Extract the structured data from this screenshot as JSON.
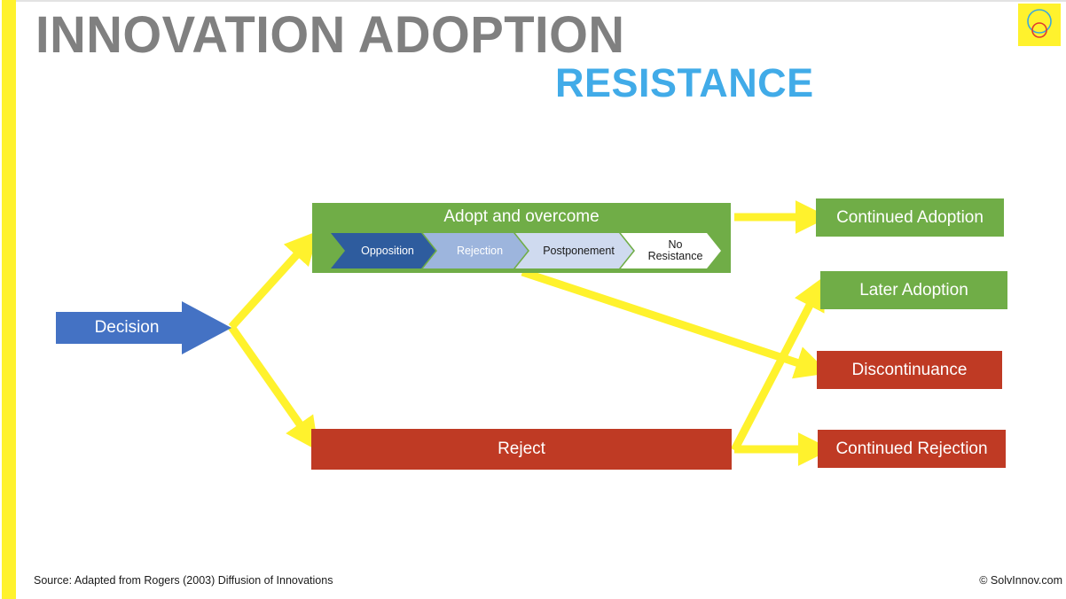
{
  "slide": {
    "title_main": "INNOVATION ADOPTION",
    "title_sub": "RESISTANCE",
    "accent_yellow": "#FFF22D",
    "accent_green": "#70AD47",
    "accent_red": "#BF3A24",
    "accent_blue": "#4472C4",
    "title_grey": "#808080",
    "title_blue": "#41ABE8"
  },
  "logo": {
    "name": "solvinnov-logo",
    "background": "#FFF22D",
    "outer_circle_color": "#3BA7DC",
    "inner_circle_color": "#E03A2F"
  },
  "flow": {
    "decision": {
      "label": "Decision",
      "color": "#4472C4"
    },
    "adopt_band": {
      "label": "Adopt and overcome",
      "color": "#70AD47"
    },
    "reject_band": {
      "label": "Reject",
      "color": "#BF3A24"
    },
    "resistance_stages": [
      {
        "label": "Opposition",
        "fill": "#2E5C9E",
        "text": "#ffffff",
        "stroke": "#2E5C9E"
      },
      {
        "label": "Rejection",
        "fill": "#9DB5DD",
        "text": "#ffffff",
        "stroke": "#6E8FC4"
      },
      {
        "label": "Postponement",
        "fill": "#CFDAEF",
        "text": "#1a1a1a",
        "stroke": "#6E8FC4"
      },
      {
        "label": "No\nResistance",
        "fill": "#FFFFFF",
        "text": "#1a1a1a",
        "stroke": "#6E8FC4"
      }
    ],
    "outcomes": [
      {
        "label": "Continued Adoption",
        "color": "#70AD47"
      },
      {
        "label": "Later Adoption",
        "color": "#70AD47"
      },
      {
        "label": "Discontinuance",
        "color": "#BF3A24"
      },
      {
        "label": "Continued Rejection",
        "color": "#BF3A24"
      }
    ],
    "connectors": [
      {
        "name": "decision-to-adopt",
        "color": "#FFF22D"
      },
      {
        "name": "decision-to-reject",
        "color": "#FFF22D"
      },
      {
        "name": "adopt-to-continued-adoption",
        "color": "#FFF22D"
      },
      {
        "name": "adopt-to-discontinuance",
        "color": "#FFF22D"
      },
      {
        "name": "reject-to-later-adoption",
        "color": "#FFF22D"
      },
      {
        "name": "reject-to-continued-rejection",
        "color": "#FFF22D"
      }
    ]
  },
  "footer": {
    "source": "Source: Adapted from Rogers (2003) Diffusion of Innovations",
    "copyright": "© SolvInnov.com"
  }
}
